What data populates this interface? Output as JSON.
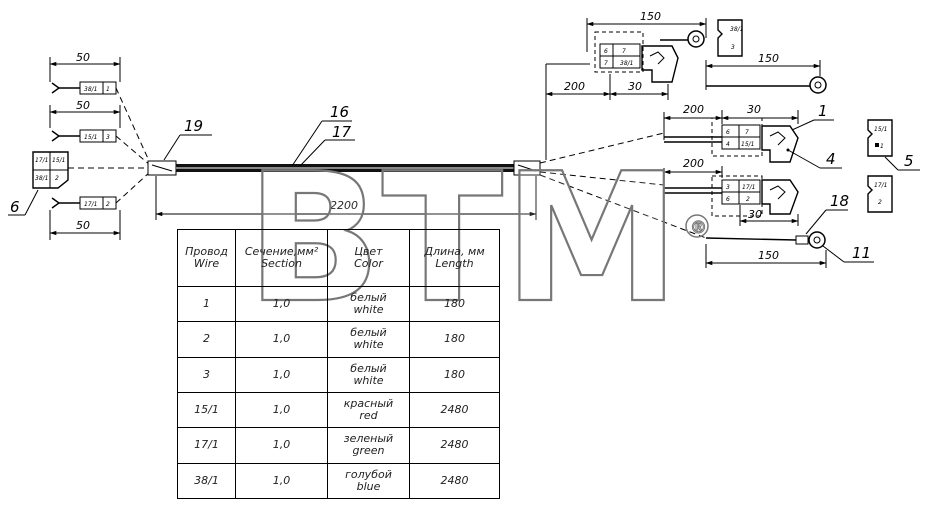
{
  "dimensions": {
    "left_top": "50",
    "left_mid": "50",
    "left_bottom": "50",
    "trunk_length": "2200",
    "right_top_150": "150",
    "right_top_200": "200",
    "right_top_30": "30",
    "right_second_150": "150",
    "right_mid_200": "200",
    "right_mid_30": "30",
    "right_low_200": "200",
    "right_low_30": "30",
    "right_bottom_150": "150"
  },
  "callouts": {
    "c1": "1",
    "c4": "4",
    "c5": "5",
    "c6": "6",
    "c11": "11",
    "c16": "16",
    "c17": "17",
    "c18": "18",
    "c19": "19"
  },
  "connector_labels": {
    "l_top": [
      "38/1",
      "1"
    ],
    "l_mid": [
      "15/1",
      "3"
    ],
    "l_bot": [
      "17/1",
      "2"
    ],
    "c6": [
      "17/1",
      "15/1",
      "38/1",
      "2"
    ],
    "r_top": [
      "6",
      "7",
      "7",
      "38/1"
    ],
    "r_top_side": [
      "38/1",
      "3"
    ],
    "r_mid": [
      "6",
      "7",
      "4",
      "15/1"
    ],
    "r_low": [
      "3",
      "17/1",
      "6",
      "2"
    ],
    "c5a": [
      "15/1",
      "1"
    ],
    "c5b": [
      "17/1",
      "2"
    ]
  },
  "watermark": {
    "text": "BTM",
    "mark": "®"
  },
  "table": {
    "headers": [
      {
        "ru": "Провод",
        "en": "Wire"
      },
      {
        "ru": "Сечение,мм²",
        "en": "Section"
      },
      {
        "ru": "Цвет",
        "en": "Color"
      },
      {
        "ru": "Длина, мм",
        "en": "Length"
      }
    ],
    "rows": [
      {
        "wire": "1",
        "section": "1,0",
        "color_ru": "белый",
        "color_en": "white",
        "length": "180"
      },
      {
        "wire": "2",
        "section": "1,0",
        "color_ru": "белый",
        "color_en": "white",
        "length": "180"
      },
      {
        "wire": "3",
        "section": "1,0",
        "color_ru": "белый",
        "color_en": "white",
        "length": "180"
      },
      {
        "wire": "15/1",
        "section": "1,0",
        "color_ru": "красный",
        "color_en": "red",
        "length": "2480"
      },
      {
        "wire": "17/1",
        "section": "1,0",
        "color_ru": "зеленый",
        "color_en": "green",
        "length": "2480"
      },
      {
        "wire": "38/1",
        "section": "1,0",
        "color_ru": "голубой",
        "color_en": "blue",
        "length": "2480"
      }
    ]
  }
}
